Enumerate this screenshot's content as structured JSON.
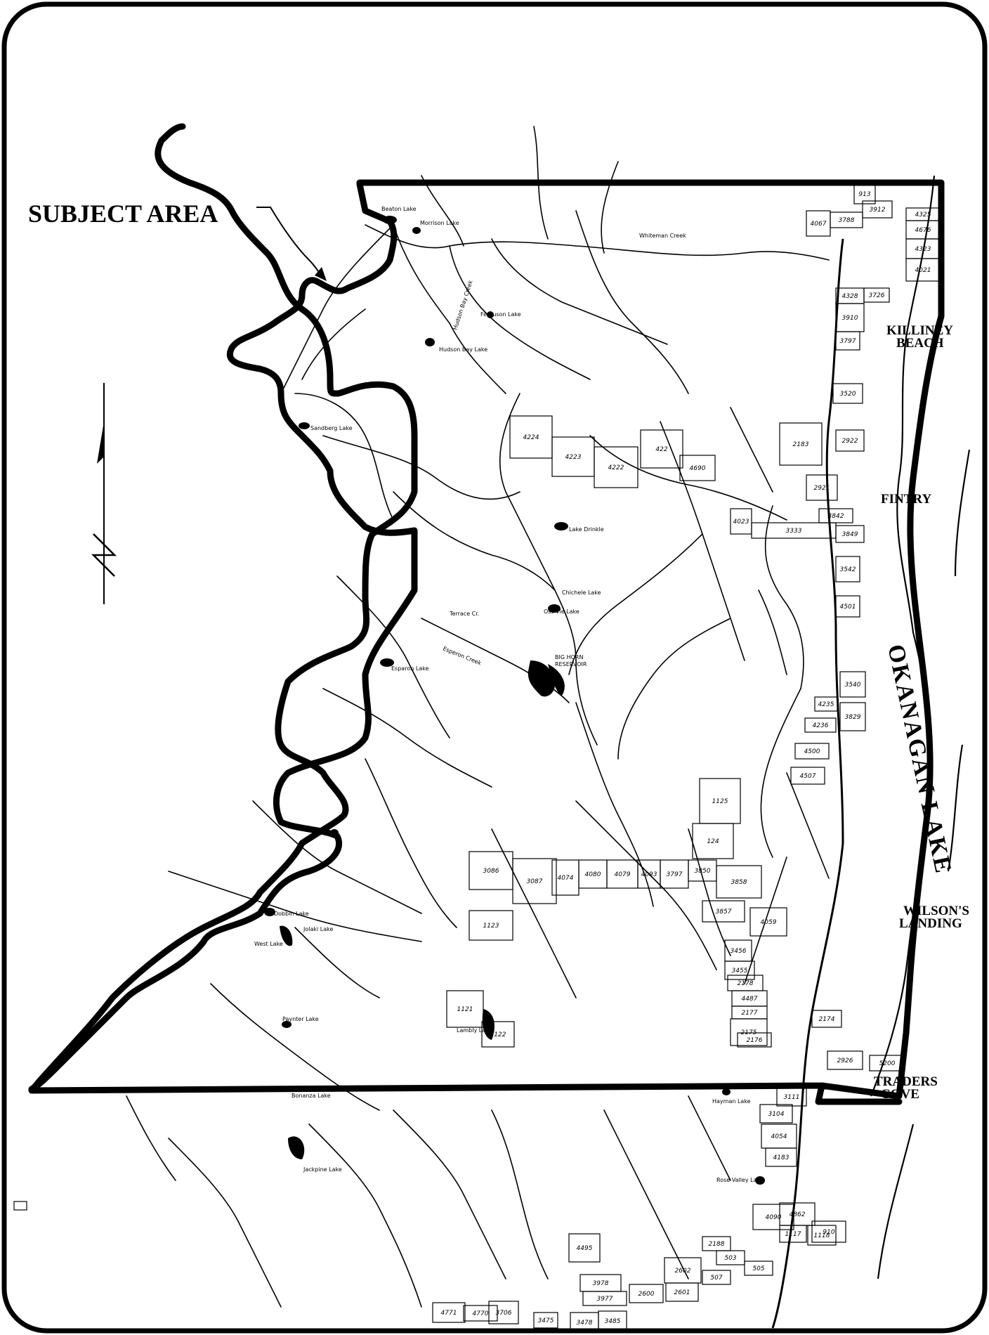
{
  "map": {
    "subject_label": "SUBJECT AREA",
    "lake_label": "OKANAGAN LAKE",
    "places": [
      "KILLINEY",
      "BEACH",
      "FINTRY",
      "WILSON'S",
      "LANDING",
      "TRADERS",
      "COVE"
    ],
    "small_labels": [
      "Beaton Lake",
      "Morrison Lake",
      "Whiteman Creek",
      "Hudson Bay Creek",
      "Ferguson Lake",
      "Hudson Bay Lake",
      "Sandberg Lake",
      "Lake Drinkle",
      "Chichele Lake",
      "Oss Vie Lake",
      "BIG HORN",
      "RESERVOIR",
      "Terrace Cr.",
      "Esparon Lake",
      "Esperon Creek",
      "Dobbin Lake",
      "Jackpine Lake",
      "West Lake",
      "Paynter Lake",
      "Lambly Lake",
      "Jolaki Lake",
      "Bonanza Lake",
      "Rose Valley Lake",
      "Hayman Lake"
    ],
    "parcels": [
      {
        "n": "913"
      },
      {
        "n": "4067"
      },
      {
        "n": "3788"
      },
      {
        "n": "3912"
      },
      {
        "n": "4325"
      },
      {
        "n": "4676"
      },
      {
        "n": "4323"
      },
      {
        "n": "4021"
      },
      {
        "n": "4328"
      },
      {
        "n": "3726"
      },
      {
        "n": "3910"
      },
      {
        "n": "3797"
      },
      {
        "n": "3520"
      },
      {
        "n": "2183"
      },
      {
        "n": "2922"
      },
      {
        "n": "4224"
      },
      {
        "n": "4223"
      },
      {
        "n": "4222"
      },
      {
        "n": "422"
      },
      {
        "n": "4690"
      },
      {
        "n": "2921"
      },
      {
        "n": "3842"
      },
      {
        "n": "4023"
      },
      {
        "n": "3333"
      },
      {
        "n": "3849"
      },
      {
        "n": "3542"
      },
      {
        "n": "4501"
      },
      {
        "n": "3540"
      },
      {
        "n": "3829"
      },
      {
        "n": "4235"
      },
      {
        "n": "4236"
      },
      {
        "n": "4500"
      },
      {
        "n": "4507"
      },
      {
        "n": "1125"
      },
      {
        "n": "124"
      },
      {
        "n": "3858"
      },
      {
        "n": "3857"
      },
      {
        "n": "3087"
      },
      {
        "n": "3086"
      },
      {
        "n": "4074"
      },
      {
        "n": "4080"
      },
      {
        "n": "4079"
      },
      {
        "n": "4093"
      },
      {
        "n": "3797"
      },
      {
        "n": "3850"
      },
      {
        "n": "1123"
      },
      {
        "n": "1121"
      },
      {
        "n": "1122"
      },
      {
        "n": "4059"
      },
      {
        "n": "3456"
      },
      {
        "n": "3455"
      },
      {
        "n": "2178"
      },
      {
        "n": "4487"
      },
      {
        "n": "2177"
      },
      {
        "n": "2175"
      },
      {
        "n": "2176"
      },
      {
        "n": "2174"
      },
      {
        "n": "2926"
      },
      {
        "n": "5200"
      },
      {
        "n": "3111"
      },
      {
        "n": "3104"
      },
      {
        "n": "4054"
      },
      {
        "n": "4183"
      },
      {
        "n": "4090"
      },
      {
        "n": "2188"
      },
      {
        "n": "503"
      },
      {
        "n": "505"
      },
      {
        "n": "507"
      },
      {
        "n": "2602"
      },
      {
        "n": "2600"
      },
      {
        "n": "2601"
      },
      {
        "n": "3978"
      },
      {
        "n": "3977"
      },
      {
        "n": "4771"
      },
      {
        "n": "4770"
      },
      {
        "n": "3706"
      },
      {
        "n": "3475"
      },
      {
        "n": "3478"
      },
      {
        "n": "3485"
      },
      {
        "n": "4495"
      },
      {
        "n": "1118"
      },
      {
        "n": "1117"
      },
      {
        "n": "4862"
      },
      {
        "n": "910"
      }
    ]
  }
}
